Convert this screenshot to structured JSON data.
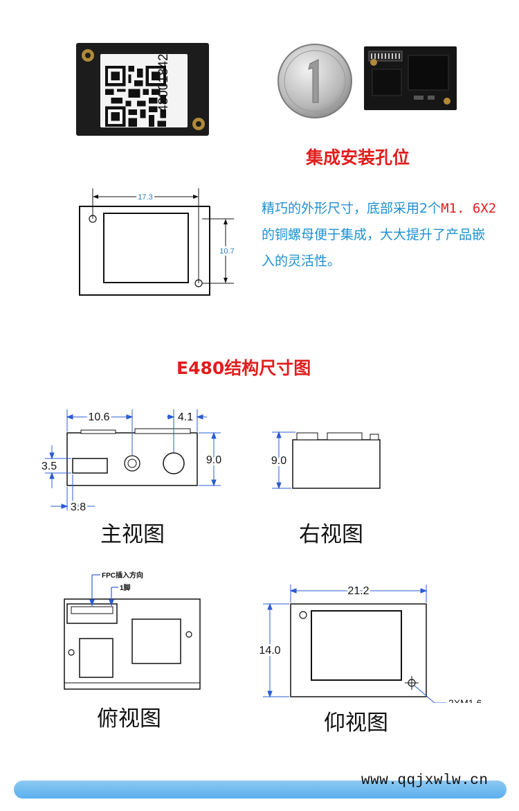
{
  "photos": {
    "serial_number": "48001842"
  },
  "install_section": {
    "title": "集成安装孔位",
    "outline_dims": {
      "width": "17.3",
      "height": "10.7"
    },
    "description_parts": {
      "before": "精巧的外形尺寸，底部采用2个",
      "highlight": "M1. 6X2",
      "after": "的铜螺母便于集成，大大提升了产品嵌入的灵活性。"
    }
  },
  "structure_section": {
    "title": "E480结构尺寸图",
    "front_view": {
      "caption": "主视图",
      "dims": {
        "d1": "10.6",
        "d2": "4.1",
        "height": "9.0",
        "d3": "3.5",
        "d4": "3.8"
      }
    },
    "right_view": {
      "caption": "右视图",
      "dims": {
        "height": "9.0"
      }
    },
    "top_view": {
      "caption": "俯视图",
      "notes": {
        "fpc": "FPC插入方向",
        "pin1": "1脚"
      }
    },
    "bottom_view": {
      "caption": "仰视图",
      "dims": {
        "width": "21.2",
        "height": "14.0",
        "holes": "2XM1.6"
      }
    }
  },
  "footer": {
    "website": "www.qqjxwlw.cn"
  }
}
